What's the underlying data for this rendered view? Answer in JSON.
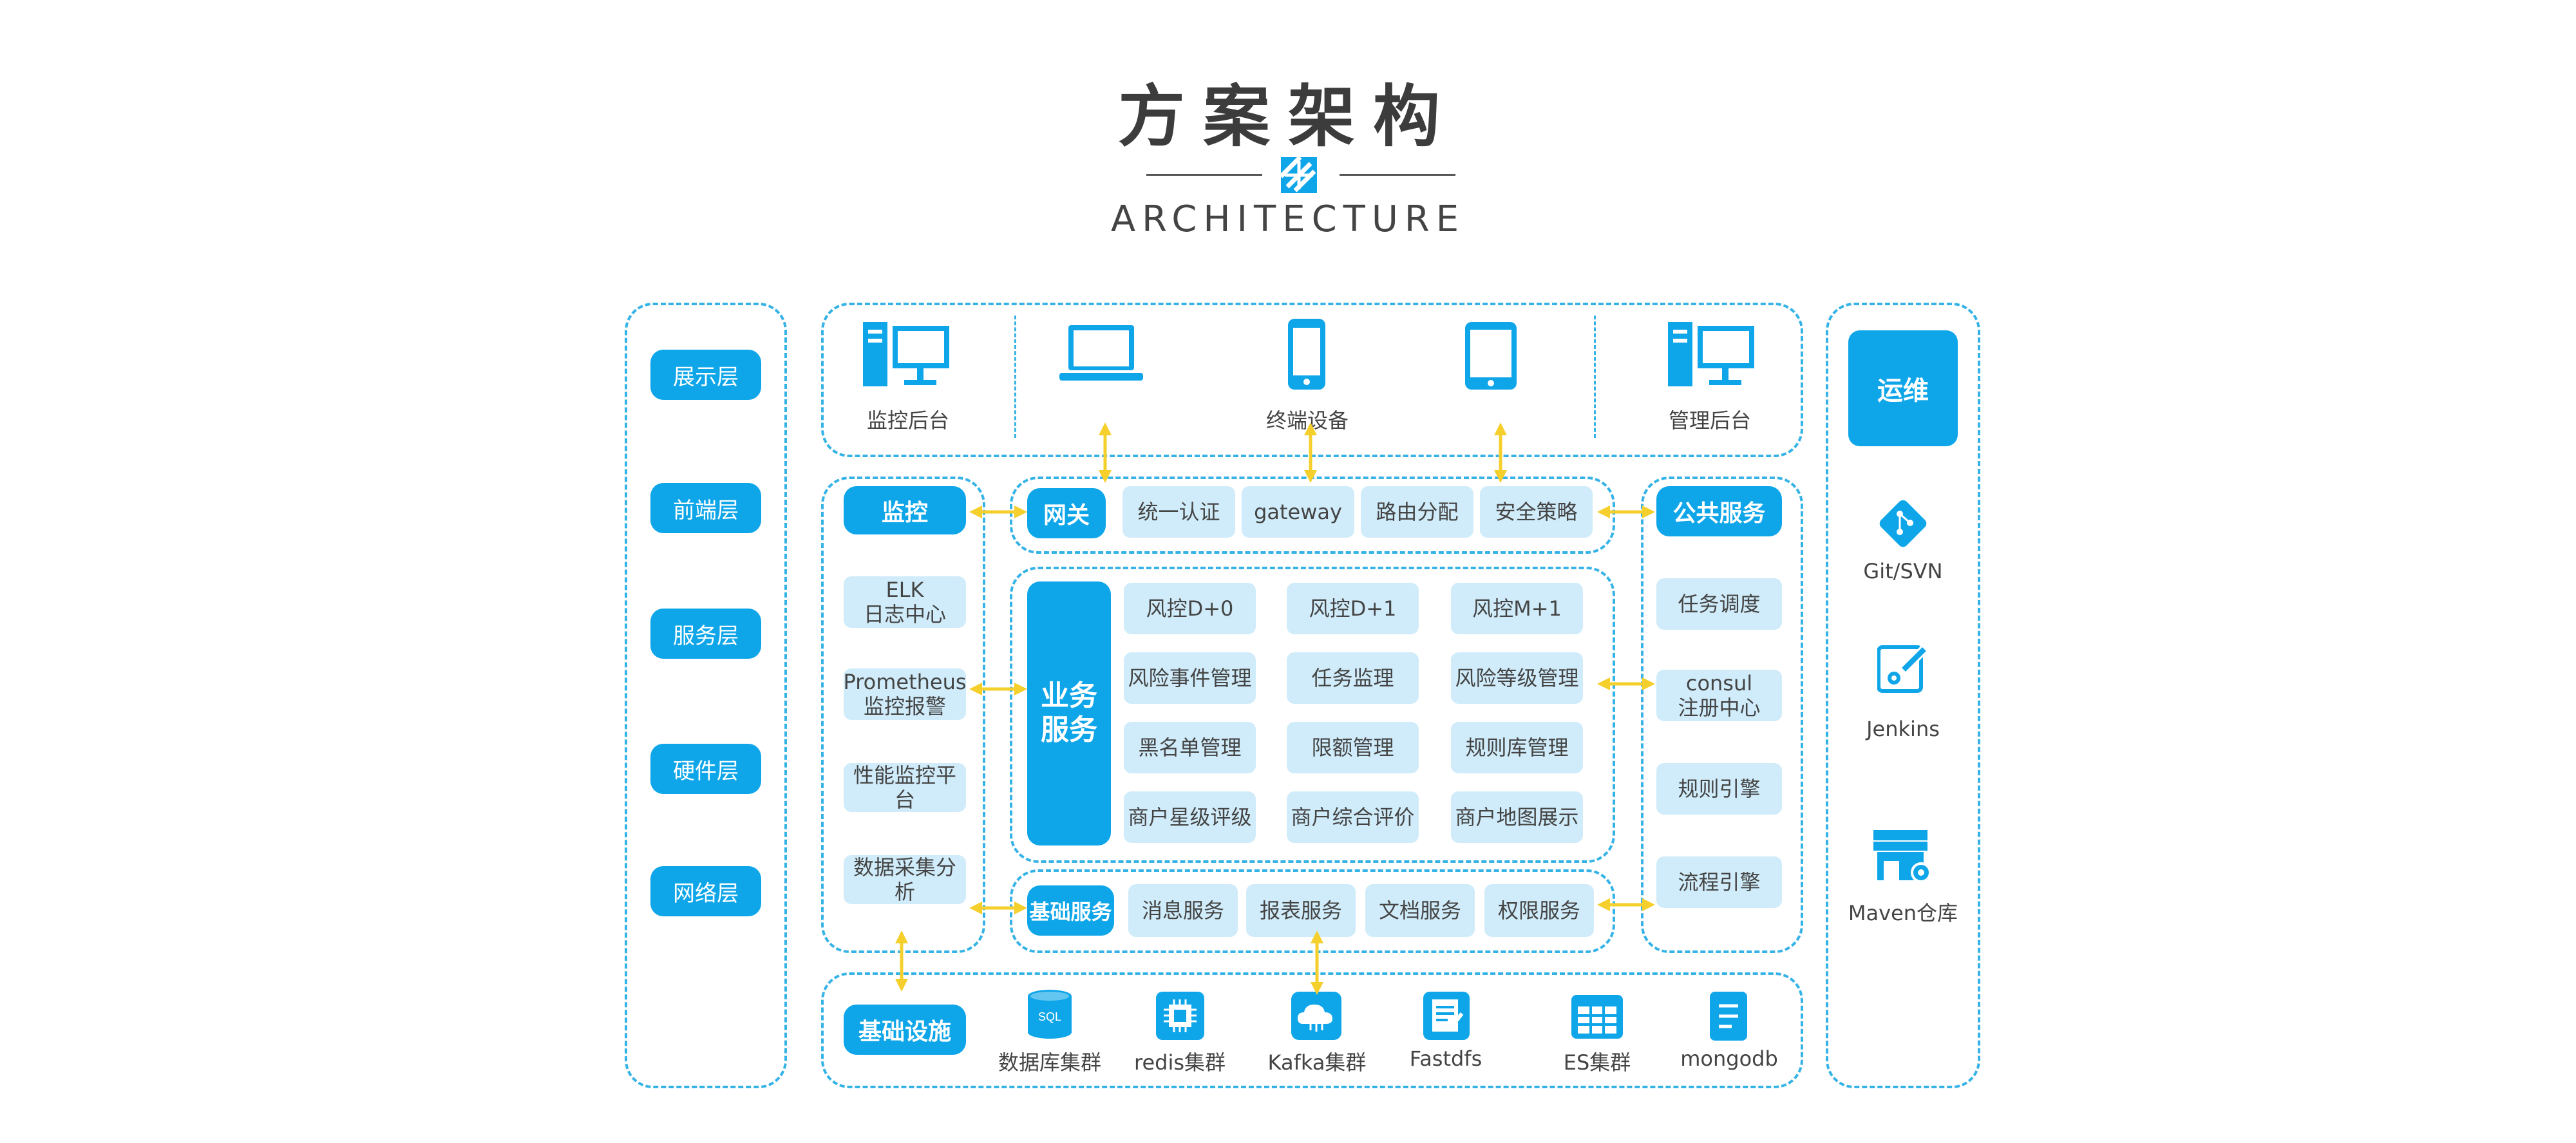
{
  "header": {
    "title": "方案架构",
    "subtitle": "ARCHITECTURE"
  },
  "layers": [
    "展示层",
    "前端层",
    "服务层",
    "硬件层",
    "网络层"
  ],
  "display": {
    "left": "监控后台",
    "center": "终端设备",
    "right": "管理后台"
  },
  "monitor": {
    "title": "监控",
    "items": [
      "ELK\n日志中心",
      "Prometheus\n监控报警",
      "性能监控平台",
      "数据采集分析"
    ]
  },
  "gateway": {
    "title": "网关",
    "items": [
      "统一认证",
      "gateway",
      "路由分配",
      "安全策略"
    ]
  },
  "business": {
    "title": "业务\n服务",
    "items": [
      "风控D+0",
      "风控D+1",
      "风控M+1",
      "风险事件管理",
      "任务监理",
      "风险等级管理",
      "黑名单管理",
      "限额管理",
      "规则库管理",
      "商户星级评级",
      "商户综合评价",
      "商户地图展示"
    ]
  },
  "base_service": {
    "title": "基础服务",
    "items": [
      "消息服务",
      "报表服务",
      "文档服务",
      "权限服务"
    ]
  },
  "public_service": {
    "title": "公共服务",
    "items": [
      "任务调度",
      "consul\n注册中心",
      "规则引擎",
      "流程引擎"
    ]
  },
  "infra": {
    "title": "基础设施",
    "items": [
      "数据库集群",
      "redis集群",
      "Kafka集群",
      "Fastdfs",
      "ES集群",
      "mongodb"
    ],
    "sql_text": "SQL"
  },
  "ops": {
    "title": "运维",
    "tools": [
      "Git/SVN",
      "Jenkins",
      "Maven仓库"
    ]
  },
  "colors": {
    "primary": "#0fa6e9",
    "light": "#d0ecfa",
    "dash": "#35b3e6",
    "arrow": "#f5cf2c"
  }
}
